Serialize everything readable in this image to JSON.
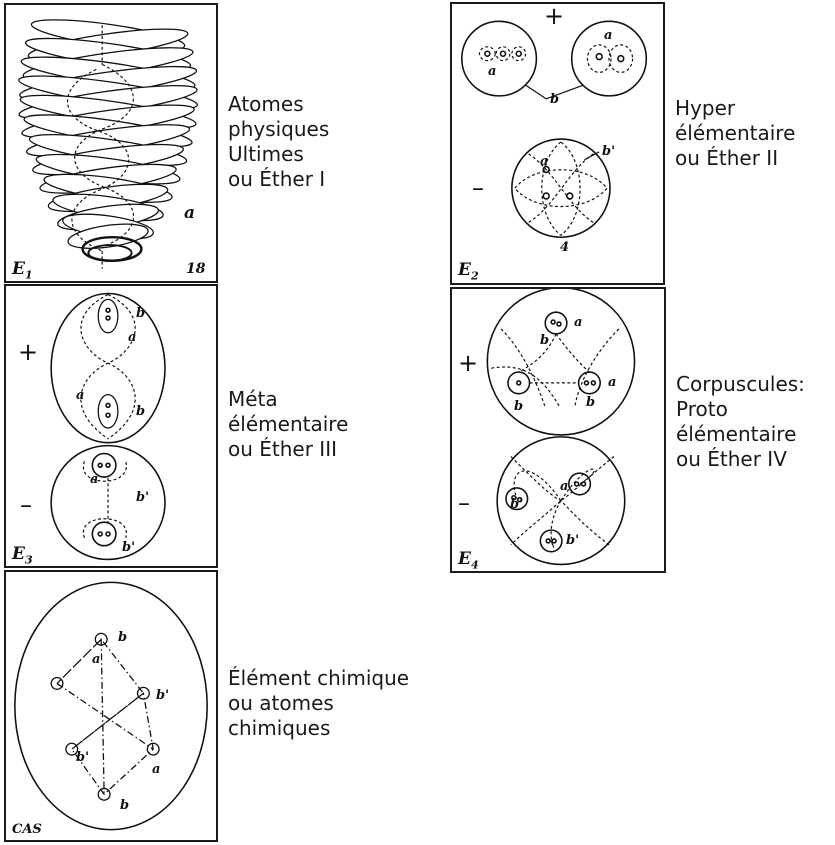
{
  "panels": {
    "e1": {
      "label_main": "E",
      "label_sub": "1",
      "number": "18",
      "mark_a": "a"
    },
    "e2": {
      "label_main": "E",
      "label_sub": "2",
      "plus": "+",
      "minus": "–",
      "number": "4",
      "mark_a1": "a",
      "mark_a2": "a",
      "mark_a3": "a",
      "mark_b": "b",
      "mark_b_prime": "b'"
    },
    "e3": {
      "label_main": "E",
      "label_sub": "3",
      "plus": "+",
      "minus": "–",
      "mark_a1": "a",
      "mark_a2": "a",
      "mark_a3": "a",
      "mark_b1": "b",
      "mark_b2": "b",
      "mark_bp1": "b'",
      "mark_bp2": "b'"
    },
    "e4": {
      "label_main": "E",
      "label_sub": "4",
      "plus": "+",
      "minus": "–",
      "mark_a1": "a",
      "mark_a2": "a",
      "mark_a3": "a",
      "mark_b1": "b",
      "mark_b2": "b",
      "mark_b3": "b",
      "mark_bp1": "b'",
      "mark_bp2": "b'"
    },
    "cas": {
      "label": "CAS",
      "mark_a1": "a",
      "mark_a2": "a",
      "mark_b1": "b",
      "mark_b2": "b",
      "mark_bp1": "b'",
      "mark_bp2": "b'"
    }
  },
  "captions": {
    "e1": [
      "Atomes",
      "physiques",
      "Ultimes",
      "ou Éther I"
    ],
    "e2": [
      "Hyper",
      "élémentaire",
      "ou Éther II"
    ],
    "e3": [
      "Méta",
      "élémentaire",
      "ou Éther III"
    ],
    "e4": [
      "Corpuscules:",
      "Proto",
      "élémentaire",
      "ou Éther IV"
    ],
    "cas": [
      "Élément chimique",
      "ou atomes",
      "chimiques"
    ]
  }
}
